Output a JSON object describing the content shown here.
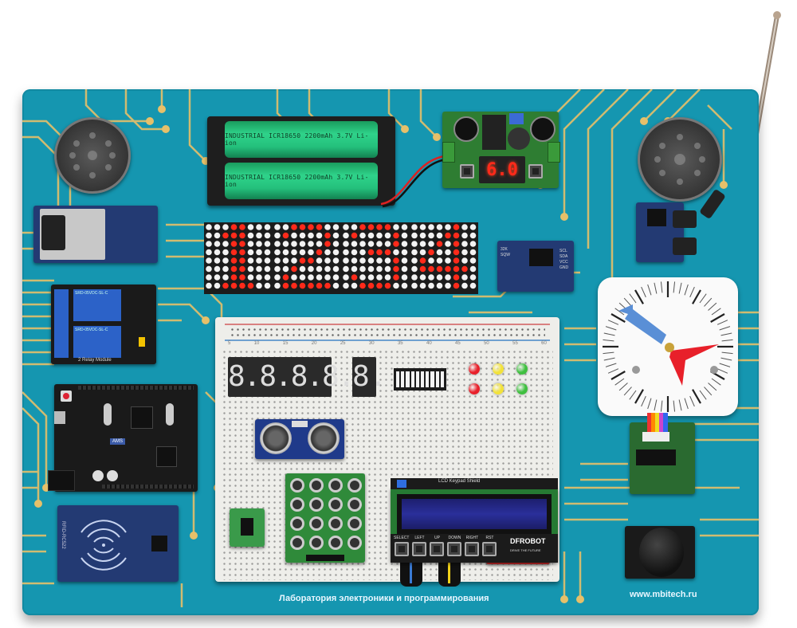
{
  "scene": {
    "subject": "electronics-lab-board",
    "colors": {
      "board": "#1596b0",
      "trace": "#e6c06a",
      "battery": "#24c07c",
      "led_red": "#ff2a1a",
      "lcd": "#2a2f9a",
      "pointer_blue": "#5a8fd6",
      "pointer_red": "#e8202a"
    }
  },
  "batteries": {
    "cells": [
      {
        "label": "INDUSTRIAL ICR18650 2200mAh 3.7V Li-ion"
      },
      {
        "label": "INDUSTRIAL ICR18650 2200mAh 3.7V Li-ion"
      }
    ]
  },
  "converter": {
    "display": "6.0"
  },
  "led_matrix": {
    "text": "1234",
    "digits": [
      "1",
      "2",
      "3",
      "4"
    ]
  },
  "rtc_module": {
    "pins": [
      "32K",
      "SQW",
      "SCL",
      "SDA",
      "VCC",
      "GND"
    ]
  },
  "breadboard": {
    "column_numbers": [
      "5",
      "10",
      "15",
      "20",
      "25",
      "30",
      "35",
      "40",
      "45",
      "50",
      "55",
      "60"
    ],
    "seven_segment_4digit": "8.8.8.8.",
    "seven_segment_1digit": "8.",
    "bargraph_segments": 10,
    "leds": [
      {
        "color": "#e8202a"
      },
      {
        "color": "#f2e23a"
      },
      {
        "color": "#3fbf3f"
      },
      {
        "color": "#e8202a"
      },
      {
        "color": "#f2e23a"
      },
      {
        "color": "#3fbf3f"
      }
    ]
  },
  "lcd_shield": {
    "title": "LCD Keypad Shield",
    "brand": "DFROBOT",
    "tagline": "DRIVE THE FUTURE",
    "buttons": [
      "SELECT",
      "LEFT",
      "UP",
      "DOWN",
      "RIGHT",
      "RST"
    ]
  },
  "relay_module": {
    "label": "2 Relay Module",
    "relay_text": "SRD-05VDC-SL-C"
  },
  "rfid_module": {
    "label": "RFID-RC522"
  },
  "arduino": {
    "logo": "AMS"
  },
  "keypad": {
    "rows": 4,
    "cols": 4
  },
  "footer": {
    "title": "Лаборатория электроники и программирования",
    "website": "www.mbitech.ru"
  }
}
